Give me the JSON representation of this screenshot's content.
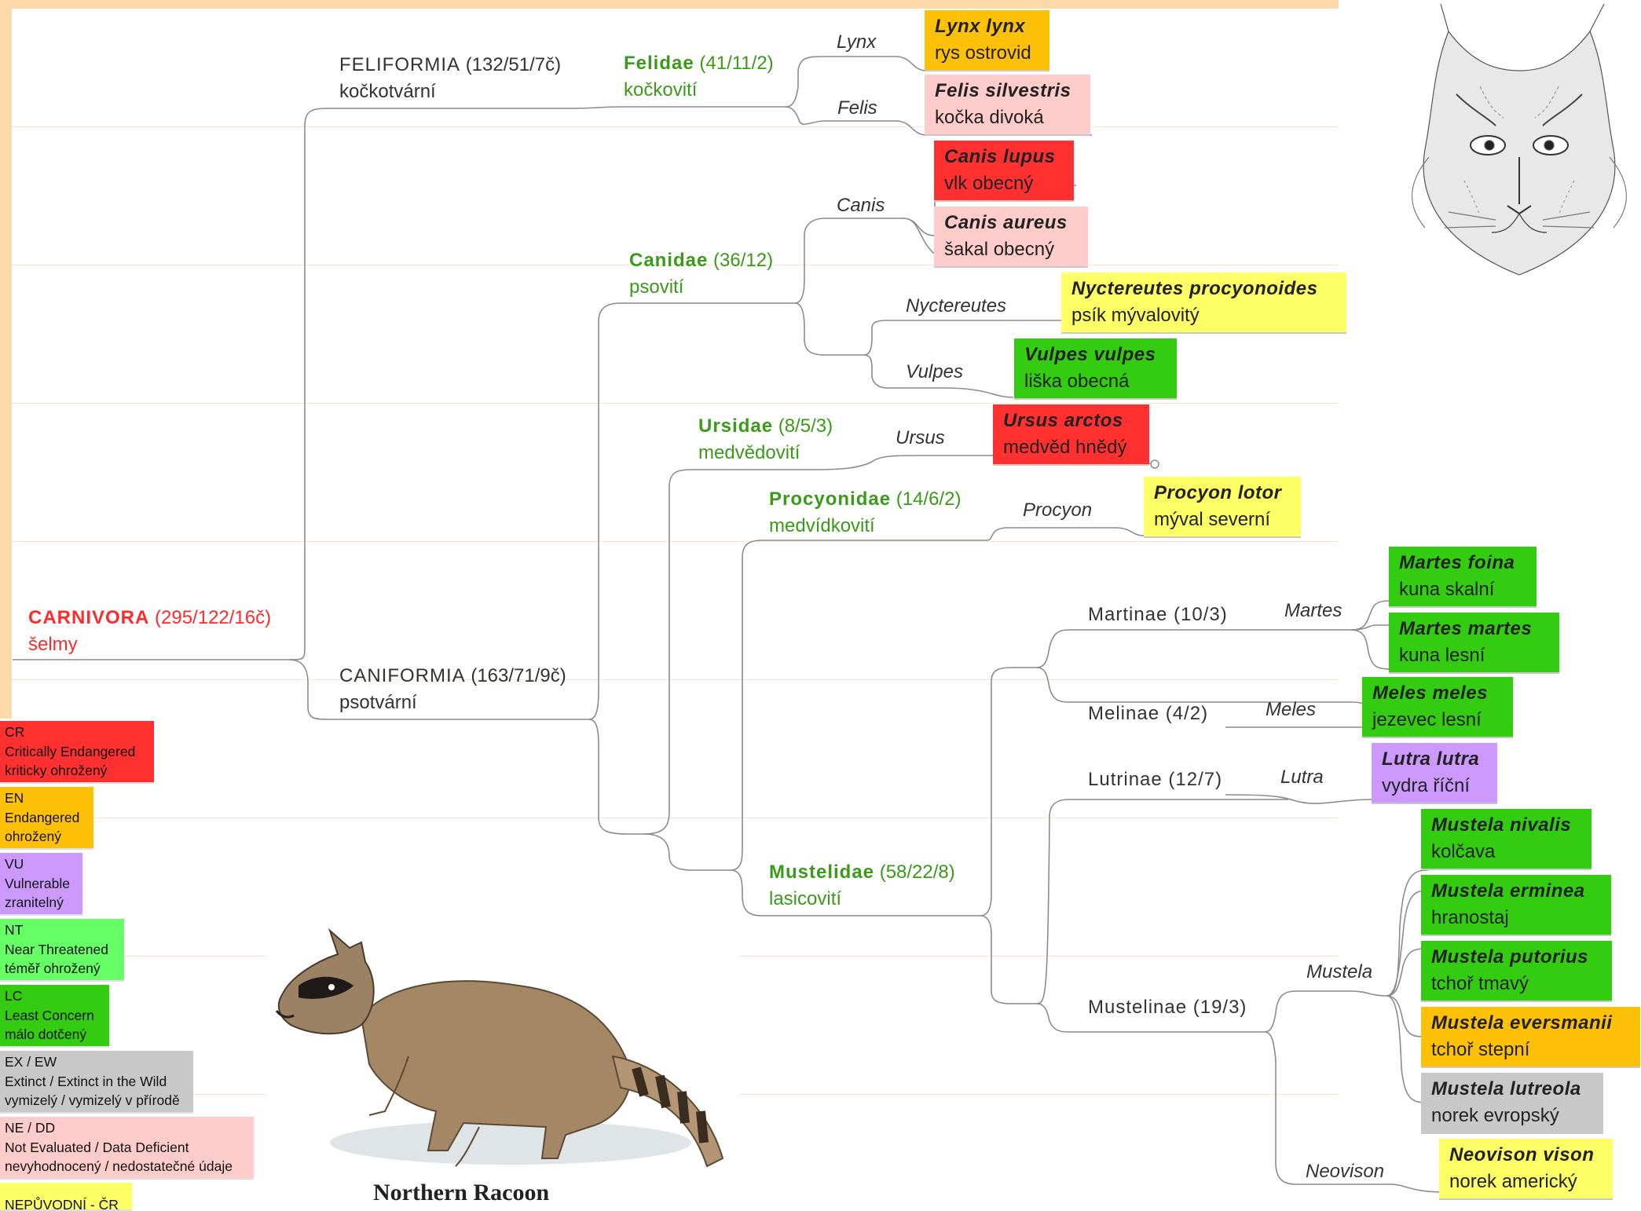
{
  "colors": {
    "CR": "#ff3030",
    "EN": "#ffc107",
    "VU": "#cc99ff",
    "NT": "#66ff66",
    "LC": "#33cc11",
    "EX": "#c8c8c8",
    "NE": "#ffcccc",
    "NEW": "#ffff66",
    "frame": "#fdd8a8"
  },
  "tree": {
    "carnivora": {
      "name": "CARNIVORA",
      "counts": "(295/122/16č)",
      "czech": "šelmy"
    },
    "feliformia": {
      "name": "FELIFORMIA",
      "counts": "(132/51/7č)",
      "czech": "kočkotvární"
    },
    "caniformia": {
      "name": "CANIFORMIA",
      "counts": "(163/71/9č)",
      "czech": "psotvární"
    },
    "felidae": {
      "name": "Felidae",
      "counts": "(41/11/2)",
      "czech": "kočkovití"
    },
    "canidae": {
      "name": "Canidae",
      "counts": "(36/12)",
      "czech": "psovití"
    },
    "ursidae": {
      "name": "Ursidae",
      "counts": "(8/5/3)",
      "czech": "medvědovití"
    },
    "procyonidae": {
      "name": "Procyonidae",
      "counts": "(14/6/2)",
      "czech": "medvídkovití"
    },
    "mustelidae": {
      "name": "Mustelidae",
      "counts": "(58/22/8)",
      "czech": "lasicovití"
    },
    "martinae": "Martinae (10/3)",
    "melinae": "Melinae (4/2)",
    "lutrinae": "Lutrinae (12/7)",
    "mustelinae": "Mustelinae (19/3)",
    "genera": {
      "lynx": "Lynx",
      "felis": "Felis",
      "canis": "Canis",
      "nyctereutes": "Nyctereutes",
      "vulpes": "Vulpes",
      "ursus": "Ursus",
      "procyon": "Procyon",
      "martes": "Martes",
      "meles": "Meles",
      "lutra": "Lutra",
      "mustela": "Mustela",
      "neovison": "Neovison"
    },
    "species": [
      {
        "latin": "Lynx lynx",
        "czech": "rys ostrovid",
        "status": "EN"
      },
      {
        "latin": "Felis silvestris",
        "czech": "kočka divoká",
        "status": "NE"
      },
      {
        "latin": "Canis lupus",
        "czech": "vlk obecný",
        "status": "CR"
      },
      {
        "latin": "Canis aureus",
        "czech": "šakal obecný",
        "status": "NE"
      },
      {
        "latin": "Nyctereutes procyonoides",
        "czech": "psík mývalovitý",
        "status": "NEW"
      },
      {
        "latin": "Vulpes vulpes",
        "czech": "liška obecná",
        "status": "LC"
      },
      {
        "latin": "Ursus arctos",
        "czech": "medvěd hnědý",
        "status": "CR"
      },
      {
        "latin": "Procyon lotor",
        "czech": "mýval severní",
        "status": "NEW"
      },
      {
        "latin": "Martes foina",
        "czech": "kuna skalní",
        "status": "LC"
      },
      {
        "latin": "Martes martes",
        "czech": "kuna lesní",
        "status": "LC"
      },
      {
        "latin": "Meles meles",
        "czech": "jezevec lesní",
        "status": "LC"
      },
      {
        "latin": "Lutra lutra",
        "czech": "vydra říční",
        "status": "VU"
      },
      {
        "latin": "Mustela nivalis",
        "czech": "kolčava",
        "status": "LC"
      },
      {
        "latin": "Mustela erminea",
        "czech": "hranostaj",
        "status": "LC"
      },
      {
        "latin": "Mustela putorius",
        "czech": "tchoř tmavý",
        "status": "LC"
      },
      {
        "latin": "Mustela eversmanii",
        "czech": "tchoř stepní",
        "status": "EN"
      },
      {
        "latin": "Mustela lutreola",
        "czech": "norek evropský",
        "status": "EX"
      },
      {
        "latin": "Neovison vison",
        "czech": "norek americký",
        "status": "NEW"
      }
    ]
  },
  "legend": [
    {
      "code": "CR",
      "en": "Critically Endangered",
      "cz": "kriticky ohrožený"
    },
    {
      "code": "EN",
      "en": "Endangered",
      "cz": "ohrožený"
    },
    {
      "code": "VU",
      "en": "Vulnerable",
      "cz": "zranitelný"
    },
    {
      "code": "NT",
      "en": "Near Threatened",
      "cz": "téměř ohrožený"
    },
    {
      "code": "LC",
      "en": "Least Concern",
      "cz": "málo dotčený"
    },
    {
      "code": "EX / EW",
      "en": "Extinct / Extinct in the Wild",
      "cz": "vymizelý / vymizelý v přírodě"
    },
    {
      "code": "NE / DD",
      "en": "Not Evaluated / Data Deficient",
      "cz": "nevyhodnocený / nedostatečné údaje"
    },
    {
      "code": "NEPŮVODNÍ - ČR",
      "en": "",
      "cz": ""
    }
  ],
  "images": {
    "lynx": "lynx-head-sketch",
    "raccoon": "northern-raccoon-illustration",
    "raccoon_caption": "Northern Racoon"
  }
}
